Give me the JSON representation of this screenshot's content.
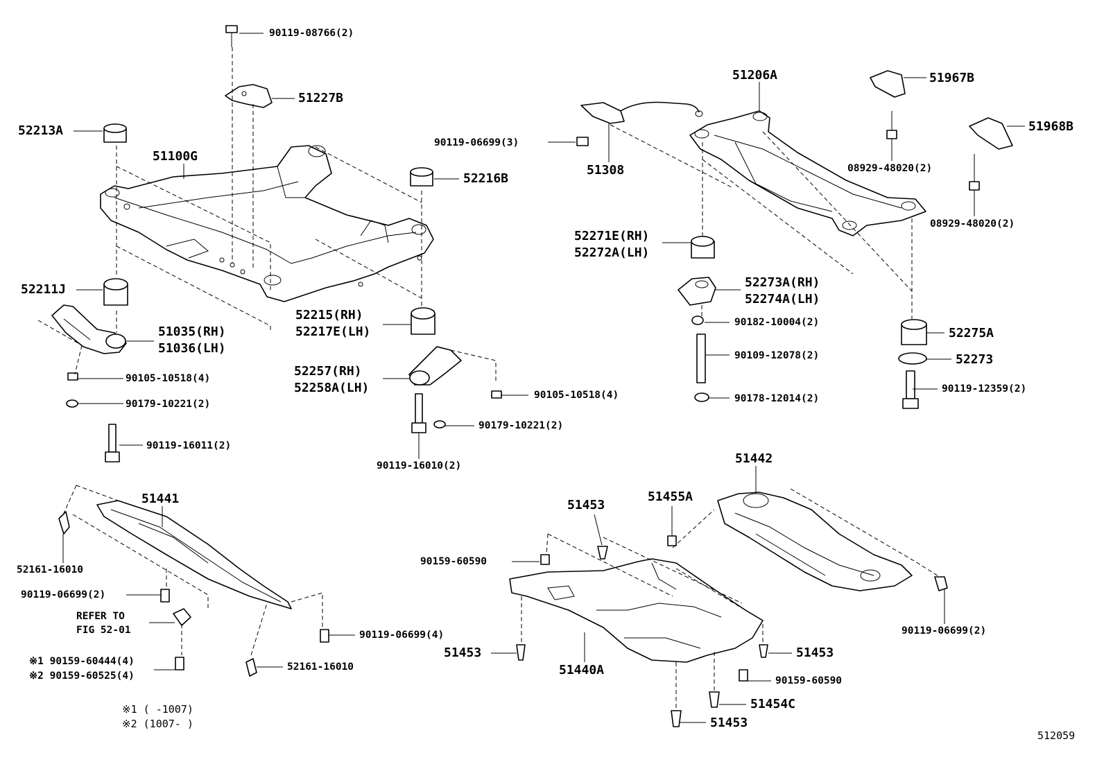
{
  "labels": {
    "p90119_08766": "90119-08766(2)",
    "p51227B": "51227B",
    "p52213A": "52213A",
    "p51100G": "51100G",
    "p52216B": "52216B",
    "p52211J": "52211J",
    "p51035": "51035(RH)",
    "p51036": "51036(LH)",
    "p52215": "52215(RH)",
    "p52217E": "52217E(LH)",
    "p52257": "52257(RH)",
    "p52258A": "52258A(LH)",
    "p90105_10518_a": "90105-10518(4)",
    "p90179_10221_a": "90179-10221(2)",
    "p90119_16011": "90119-16011(2)",
    "p90105_10518_b": "90105-10518(4)",
    "p90179_10221_b": "90179-10221(2)",
    "p90119_16010": "90119-16010(2)",
    "p51206A": "51206A",
    "p51967B": "51967B",
    "p51968B": "51968B",
    "p90119_06699_3": "90119-06699(3)",
    "p51308": "51308",
    "p08929_48020_a": "08929-48020(2)",
    "p08929_48020_b": "08929-48020(2)",
    "p52271E": "52271E(RH)",
    "p52272A": "52272A(LH)",
    "p52273A": "52273A(RH)",
    "p52274A": "52274A(LH)",
    "p90182_10004": "90182-10004(2)",
    "p90109_12078": "90109-12078(2)",
    "p90178_12014": "90178-12014(2)",
    "p52275A": "52275A",
    "p52273": "52273",
    "p90119_12359": "90119-12359(2)",
    "p51441": "51441",
    "p52161_16010_a": "52161-16010",
    "p90119_06699_2a": "90119-06699(2)",
    "p_refer1": "REFER TO",
    "p_refer2": "FIG 52-01",
    "p90159_60444": "※1 90159-60444(4)",
    "p90159_60525": "※2 90159-60525(4)",
    "p90119_06699_4": "90119-06699(4)",
    "p52161_16010_b": "52161-16010",
    "p51453_top": "51453",
    "p51455A": "51455A",
    "p51442": "51442",
    "p90159_60590_a": "90159-60590",
    "p51453_left": "51453",
    "p51440A": "51440A",
    "p51453_right": "51453",
    "p90159_60590_b": "90159-60590",
    "p51454C": "51454C",
    "p51453_bottom": "51453",
    "p90119_06699_2b": "90119-06699(2)",
    "note1": "※1 (      -1007)",
    "note2": "※2 (1007-      )",
    "figure_number": "512059"
  }
}
